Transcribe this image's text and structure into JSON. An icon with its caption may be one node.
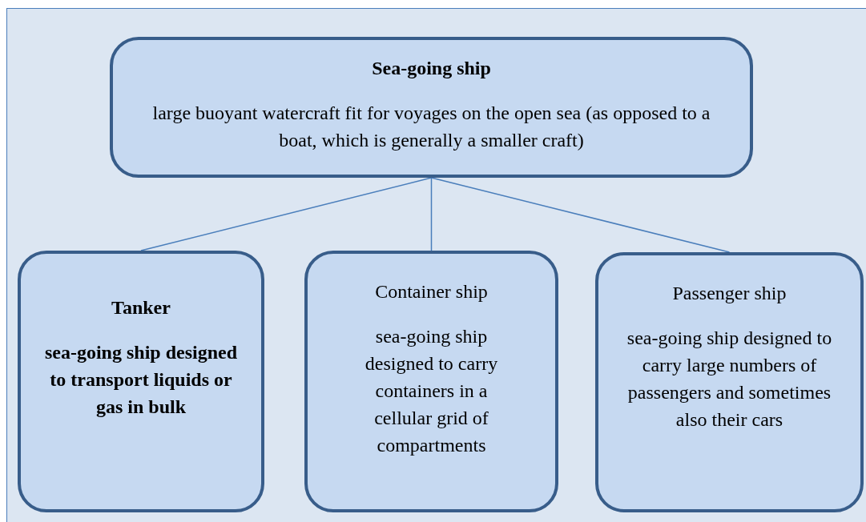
{
  "diagram": {
    "nodes": [
      {
        "text": [
          "Sea-going ship",
          "large buoyant watercraft fit for voyages on the open sea (as opposed to a boat, which is generally a smaller craft)"
        ]
      },
      {
        "text": [
          "Tanker",
          "sea-going ship designed to transport liquids or gas in bulk"
        ]
      },
      {
        "text": [
          "Container ship",
          "sea-going ship designed to carry containers in a cellular grid of compartments"
        ]
      },
      {
        "text": [
          "Passenger ship",
          "sea-going ship designed to carry large numbers of passengers and sometimes also their cars"
        ]
      }
    ],
    "edges": [
      {
        "from": 0,
        "to": 1,
        "arrow": "none"
      },
      {
        "from": 0,
        "to": 2,
        "arrow": "none"
      },
      {
        "from": 0,
        "to": 3,
        "arrow": "none"
      }
    ]
  }
}
